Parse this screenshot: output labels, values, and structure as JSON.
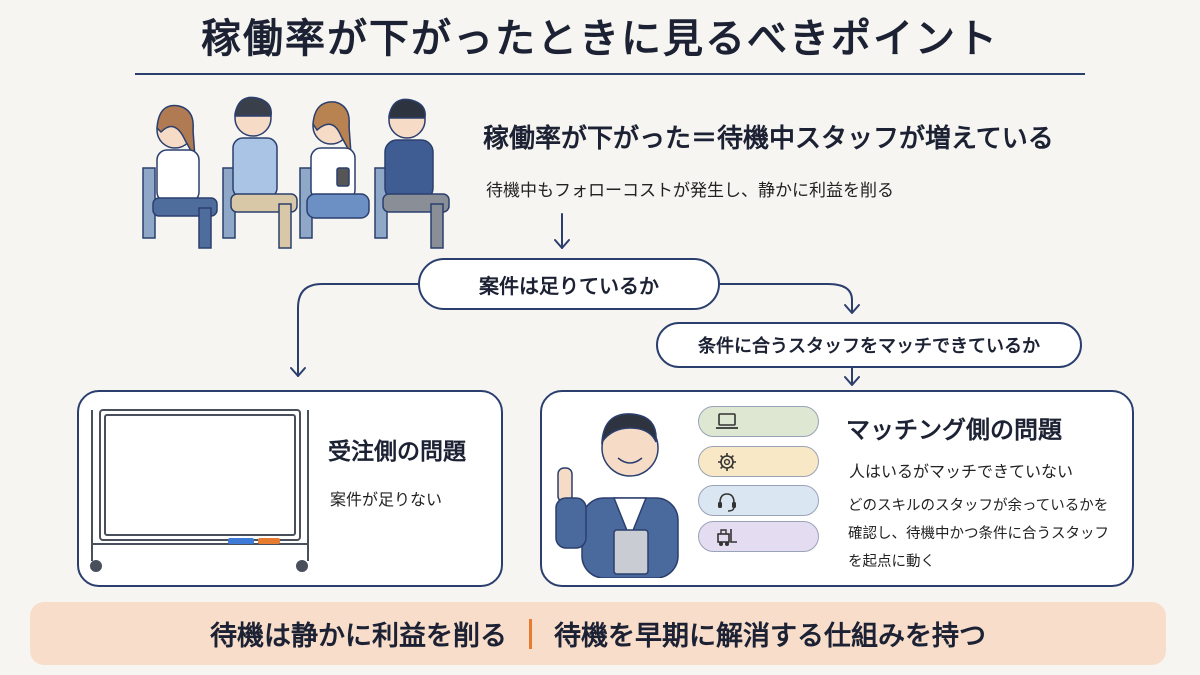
{
  "title": "稼働率が下がったときに見るべきポイント",
  "headline": "稼働率が下がった＝待機中スタッフが増えている",
  "subline": "待機中もフォローコストが発生し、静かに利益を削る",
  "question_1": "案件は足りているか",
  "question_2": "条件に合うスタッフをマッチできているか",
  "left_panel": {
    "title": "受注側の問題",
    "description": "案件が足りない",
    "illustration": "whiteboard"
  },
  "right_panel": {
    "title": "マッチング側の問題",
    "subtitle": "人はいるがマッチできていない",
    "description_lines": [
      "どのスキルのスタッフが余っているかを",
      "確認し、待機中かつ条件に合うスタッフ",
      "を起点に動く"
    ],
    "illustration": "businessman-pointing",
    "skills": [
      {
        "icon": "laptop-icon",
        "color": "#dde7d2"
      },
      {
        "icon": "gear-icon",
        "color": "#f8e8c6"
      },
      {
        "icon": "headset-icon",
        "color": "#dbe6f3"
      },
      {
        "icon": "forklift-icon",
        "color": "#e4dcf0"
      }
    ]
  },
  "top_illustration": "waiting-staff",
  "banner": {
    "left": "待機は静かに利益を削る",
    "right": "待機を早期に解消する仕組みを持つ",
    "accent": "#e77b30",
    "background": "#f8ddcb"
  },
  "colors": {
    "line": "#2b3f6e",
    "text": "#1c2233"
  }
}
